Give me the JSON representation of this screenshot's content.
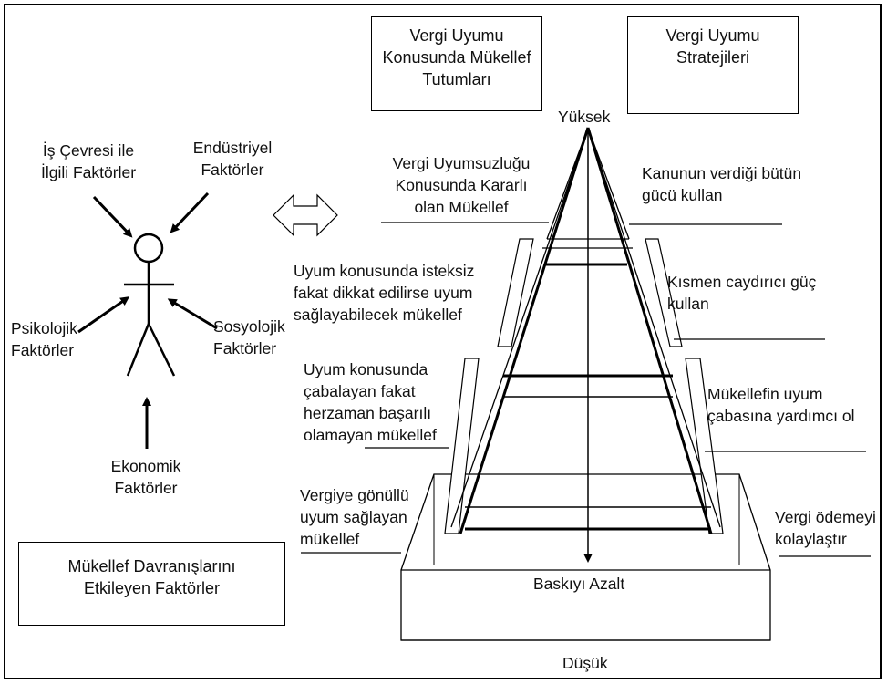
{
  "boxes": {
    "attitudes": [
      "Vergi Uyumu",
      "Konusunda Mükellef",
      "Tutumları"
    ],
    "strategies": [
      "Vergi Uyumu",
      "Stratejileri"
    ],
    "factors": [
      "Mükellef Davranışlarını",
      "Etkileyen Faktörler"
    ]
  },
  "factors": {
    "business": [
      "İş Çevresi ile",
      "İlgili Faktörler"
    ],
    "industrial": [
      "Endüstriyel",
      "Faktörler"
    ],
    "psychological": [
      "Psikolojik",
      "Faktörler"
    ],
    "sociological": [
      "Sosyolojik",
      "Faktörler"
    ],
    "economic": [
      "Ekonomik",
      "Faktörler"
    ]
  },
  "attitudes": [
    [
      "Vergi Uyumsuzluğu",
      "Konusunda Kararlı",
      "olan Mükellef"
    ],
    [
      "Uyum konusunda isteksiz",
      "fakat dikkat edilirse uyum",
      "sağlayabilecek mükellef"
    ],
    [
      "Uyum konusunda",
      "çabalayan fakat",
      "herzaman başarılı",
      "olamayan mükellef"
    ],
    [
      "Vergiye gönüllü",
      "uyum sağlayan",
      "mükellef"
    ]
  ],
  "strategies": [
    [
      "Kanunun verdiği bütün",
      "gücü kullan"
    ],
    [
      "Kısmen caydırıcı güç",
      "kullan"
    ],
    [
      "Mükellefin uyum",
      "çabasına yardımcı ol"
    ],
    [
      "Vergi ödemeyi",
      "kolaylaştır"
    ]
  ],
  "axis": {
    "top": "Yüksek",
    "bottom": "Düşük",
    "arrow_label": "Baskıyı Azalt"
  }
}
